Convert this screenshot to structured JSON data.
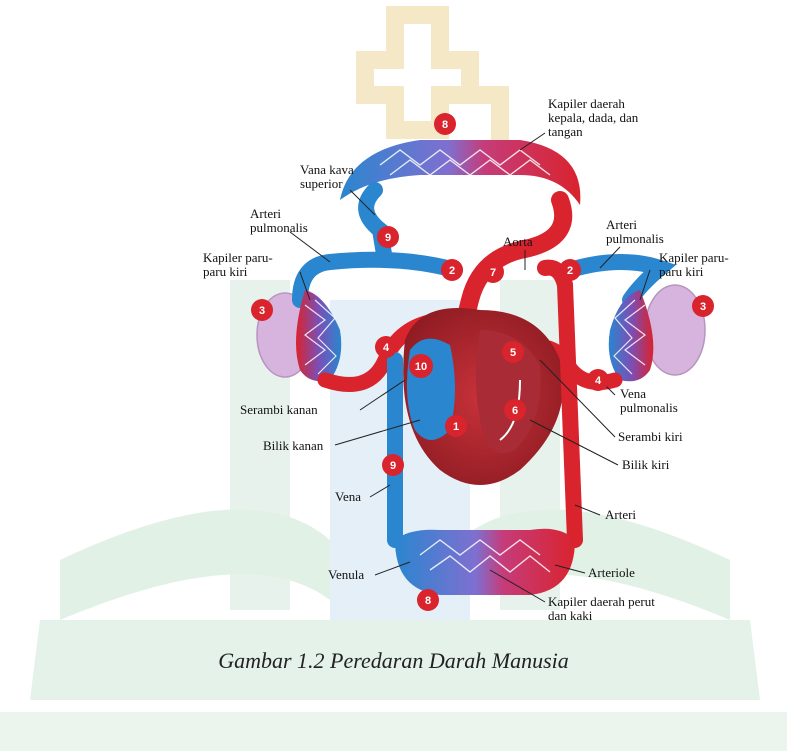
{
  "colors": {
    "oxygenated": "#d9232d",
    "deoxygenated": "#2a86cf",
    "lung": "#d7b4dd",
    "watermark_gold": "#f3e6c2",
    "watermark_green": "#cfe7d8",
    "watermark_blue": "#d9e7f5"
  },
  "labels": {
    "kapiler_atas": [
      "Kapiler daerah",
      "kepala, dada, dan",
      "tangan"
    ],
    "vena_kava": [
      "Vana kava",
      "superior"
    ],
    "arteri_pulmonalis_kiri": [
      "Arteri",
      "pulmonalis"
    ],
    "arteri_pulmonalis_kanan": [
      "Arteri",
      "pulmonalis"
    ],
    "aorta": "Aorta",
    "kapiler_paru_kiri": [
      "Kapiler paru-",
      "paru kiri"
    ],
    "kapiler_paru_kanan": [
      "Kapiler paru-",
      "paru kiri"
    ],
    "serambi_kanan": "Serambi kanan",
    "bilik_kanan": "Bilik kanan",
    "vena_pulmonalis": [
      "Vena",
      "pulmonalis"
    ],
    "serambi_kiri": "Serambi kiri",
    "bilik_kiri": "Bilik kiri",
    "vena": "Vena",
    "arteri": "Arteri",
    "venula": "Venula",
    "arteriole": "Arteriole",
    "kapiler_bawah": [
      "Kapiler daerah perut",
      "dan kaki"
    ]
  },
  "markers": {
    "m8_top": "8",
    "m9_top": "9",
    "m2_left": "2",
    "m7": "7",
    "m2_right": "2",
    "m3_left": "3",
    "m3_right": "3",
    "m4_left": "4",
    "m5": "5",
    "m10": "10",
    "m4_right": "4",
    "m6": "6",
    "m1": "1",
    "m9_bottom": "9",
    "m8_bottom": "8"
  },
  "caption": "Gambar 1.2 Peredaran Darah Manusia"
}
